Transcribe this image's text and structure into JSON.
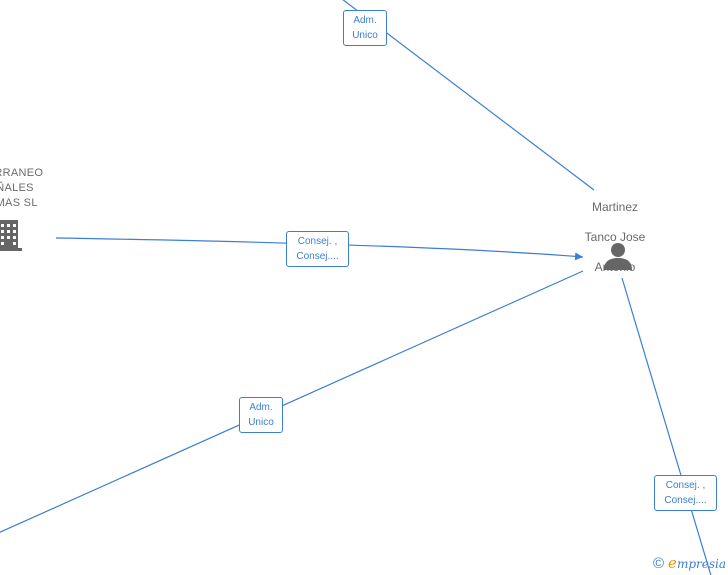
{
  "colors": {
    "edge": "#3c7fd1",
    "node_text": "#6a6a6a",
    "icon": "#666666",
    "brand_e": "#f39200"
  },
  "nodes": {
    "company": {
      "label_lines": [
        "ERRANEO",
        "ÑALES",
        "IMAS  SL"
      ],
      "icon": "building-icon"
    },
    "person": {
      "label_lines": [
        "Martinez",
        "Tanco Jose",
        "Antonio"
      ],
      "icon": "person-icon"
    }
  },
  "edges": [
    {
      "id": "top",
      "lines": [
        "Adm.",
        "Unico"
      ]
    },
    {
      "id": "left",
      "lines": [
        "Consej. ,",
        "Consej...."
      ]
    },
    {
      "id": "bottom-left",
      "lines": [
        "Adm.",
        "Unico"
      ]
    },
    {
      "id": "bottom-right",
      "lines": [
        "Consej. ,",
        "Consej...."
      ]
    }
  ],
  "watermark": {
    "copyright": "©",
    "brand_initial": "e",
    "brand_rest": "mpresia"
  }
}
